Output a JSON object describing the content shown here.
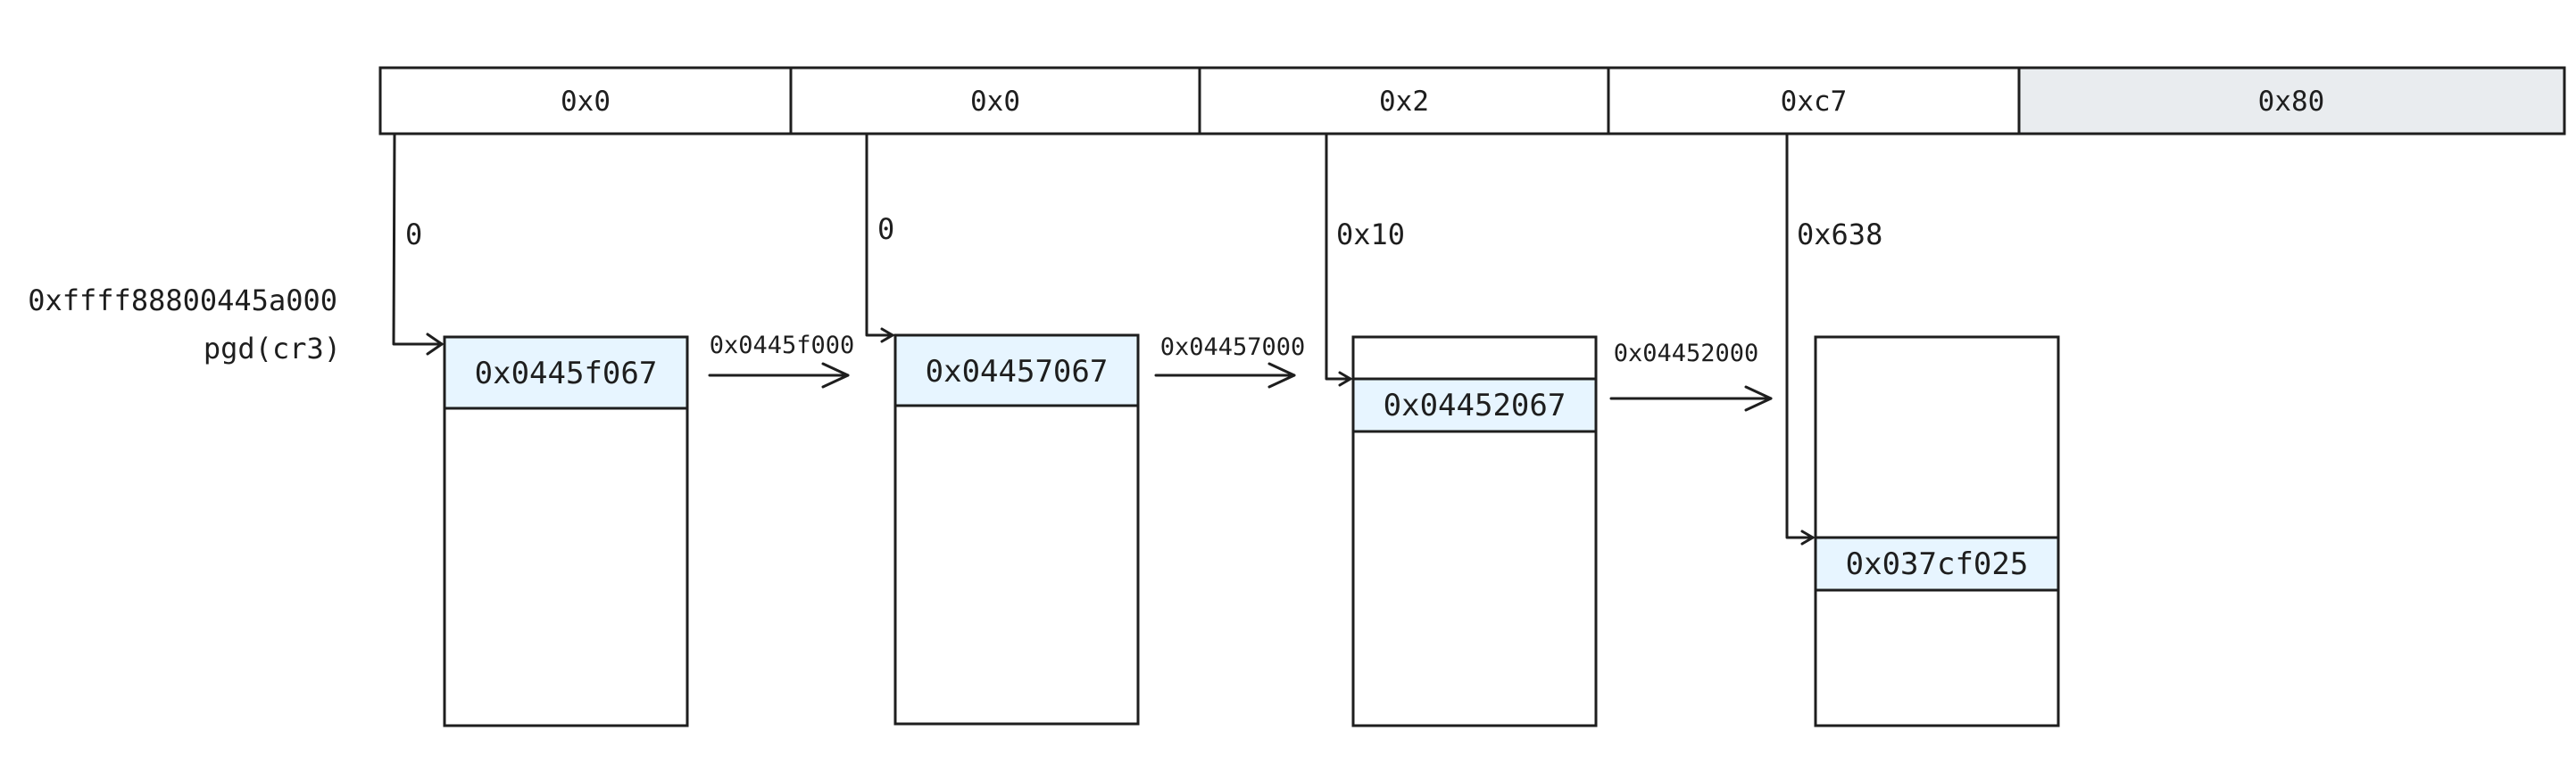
{
  "virtual_address_fields": [
    "0x0",
    "0x0",
    "0x2",
    "0xc7",
    "0x80"
  ],
  "pgd_address": "0xffff88800445a000",
  "pgd_label": "pgd(cr3)",
  "index_offsets": [
    "0",
    "0",
    "0x10",
    "0x638"
  ],
  "table_entries": [
    "0x0445f067",
    "0x04457067",
    "0x04452067",
    "0x037cf025"
  ],
  "next_table_addresses": [
    "0x0445f000",
    "0x04457000",
    "0x04452000"
  ],
  "colors": {
    "stroke": "#1e1e1e",
    "entry_fill": "#e7f5ff",
    "offset_field_fill": "#e9ecef"
  }
}
